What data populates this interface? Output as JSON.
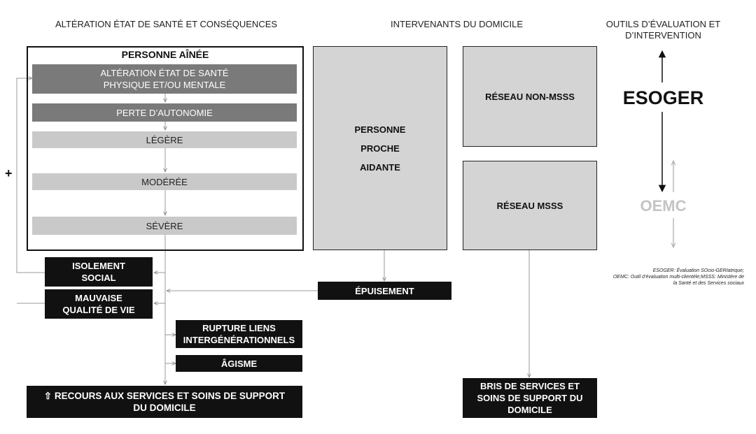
{
  "headers": {
    "left": "ALTÉRATION ÉTAT DE SANTÉ ET CONSÉQUENCES",
    "middle": "INTERVENANTS DU DOMICILE",
    "right": "OUTILS D’ÉVALUATION ET\nD’INTERVENTION"
  },
  "personne_ainee": {
    "title": "PERSONNE AÎNÉE",
    "alteration": "ALTÉRATION ÉTAT DE SANTÉ\nPHYSIQUE ET/OU MENTALE",
    "perte": "PERTE D’AUTONOMIE",
    "legere": "LÉGÈRE",
    "moderee": "MODÉRÉE",
    "severe": "SÉVÈRE"
  },
  "plus_sign": "+",
  "consequences": {
    "isolement": "ISOLEMENT\nSOCIAL",
    "qualite": "MAUVAISE\nQUALITÉ DE VIE",
    "rupture": "RUPTURE LIENS\nINTERGÉNÉRATIONNELS",
    "agisme": "ÂGISME",
    "recours": "⇧ RECOURS AUX SERVICES ET SOINS DE SUPPORT\nDU DOMICILE"
  },
  "intervenants": {
    "proche_line1": "PERSONNE",
    "proche_line2": "PROCHE",
    "proche_line3": "AIDANTE",
    "non_msss": "RÉSEAU NON-MSSS",
    "msss": "RÉSEAU MSSS",
    "epuisement": "ÉPUISEMENT",
    "bris": "BRIS DE SERVICES ET\nSOINS DE SUPPORT DU\nDOMICILE"
  },
  "outils": {
    "esoger": "ESOGER",
    "oemc": "OEMC",
    "footnote_line1": "ESOGER: Évaluation SOcio-GERIatrique;",
    "footnote_line2": "OEMC: Outil d’évaluation multi-clientèle;MSSS: Ministère de",
    "footnote_line3": "la Santé et des Services sociaux"
  },
  "colors": {
    "dark_box": "#111111",
    "mid_gray": "#7a7a7a",
    "light_gray": "#c9c9c9",
    "panel_gray": "#d4d4d4",
    "oemc_gray": "#c4c4c4"
  }
}
